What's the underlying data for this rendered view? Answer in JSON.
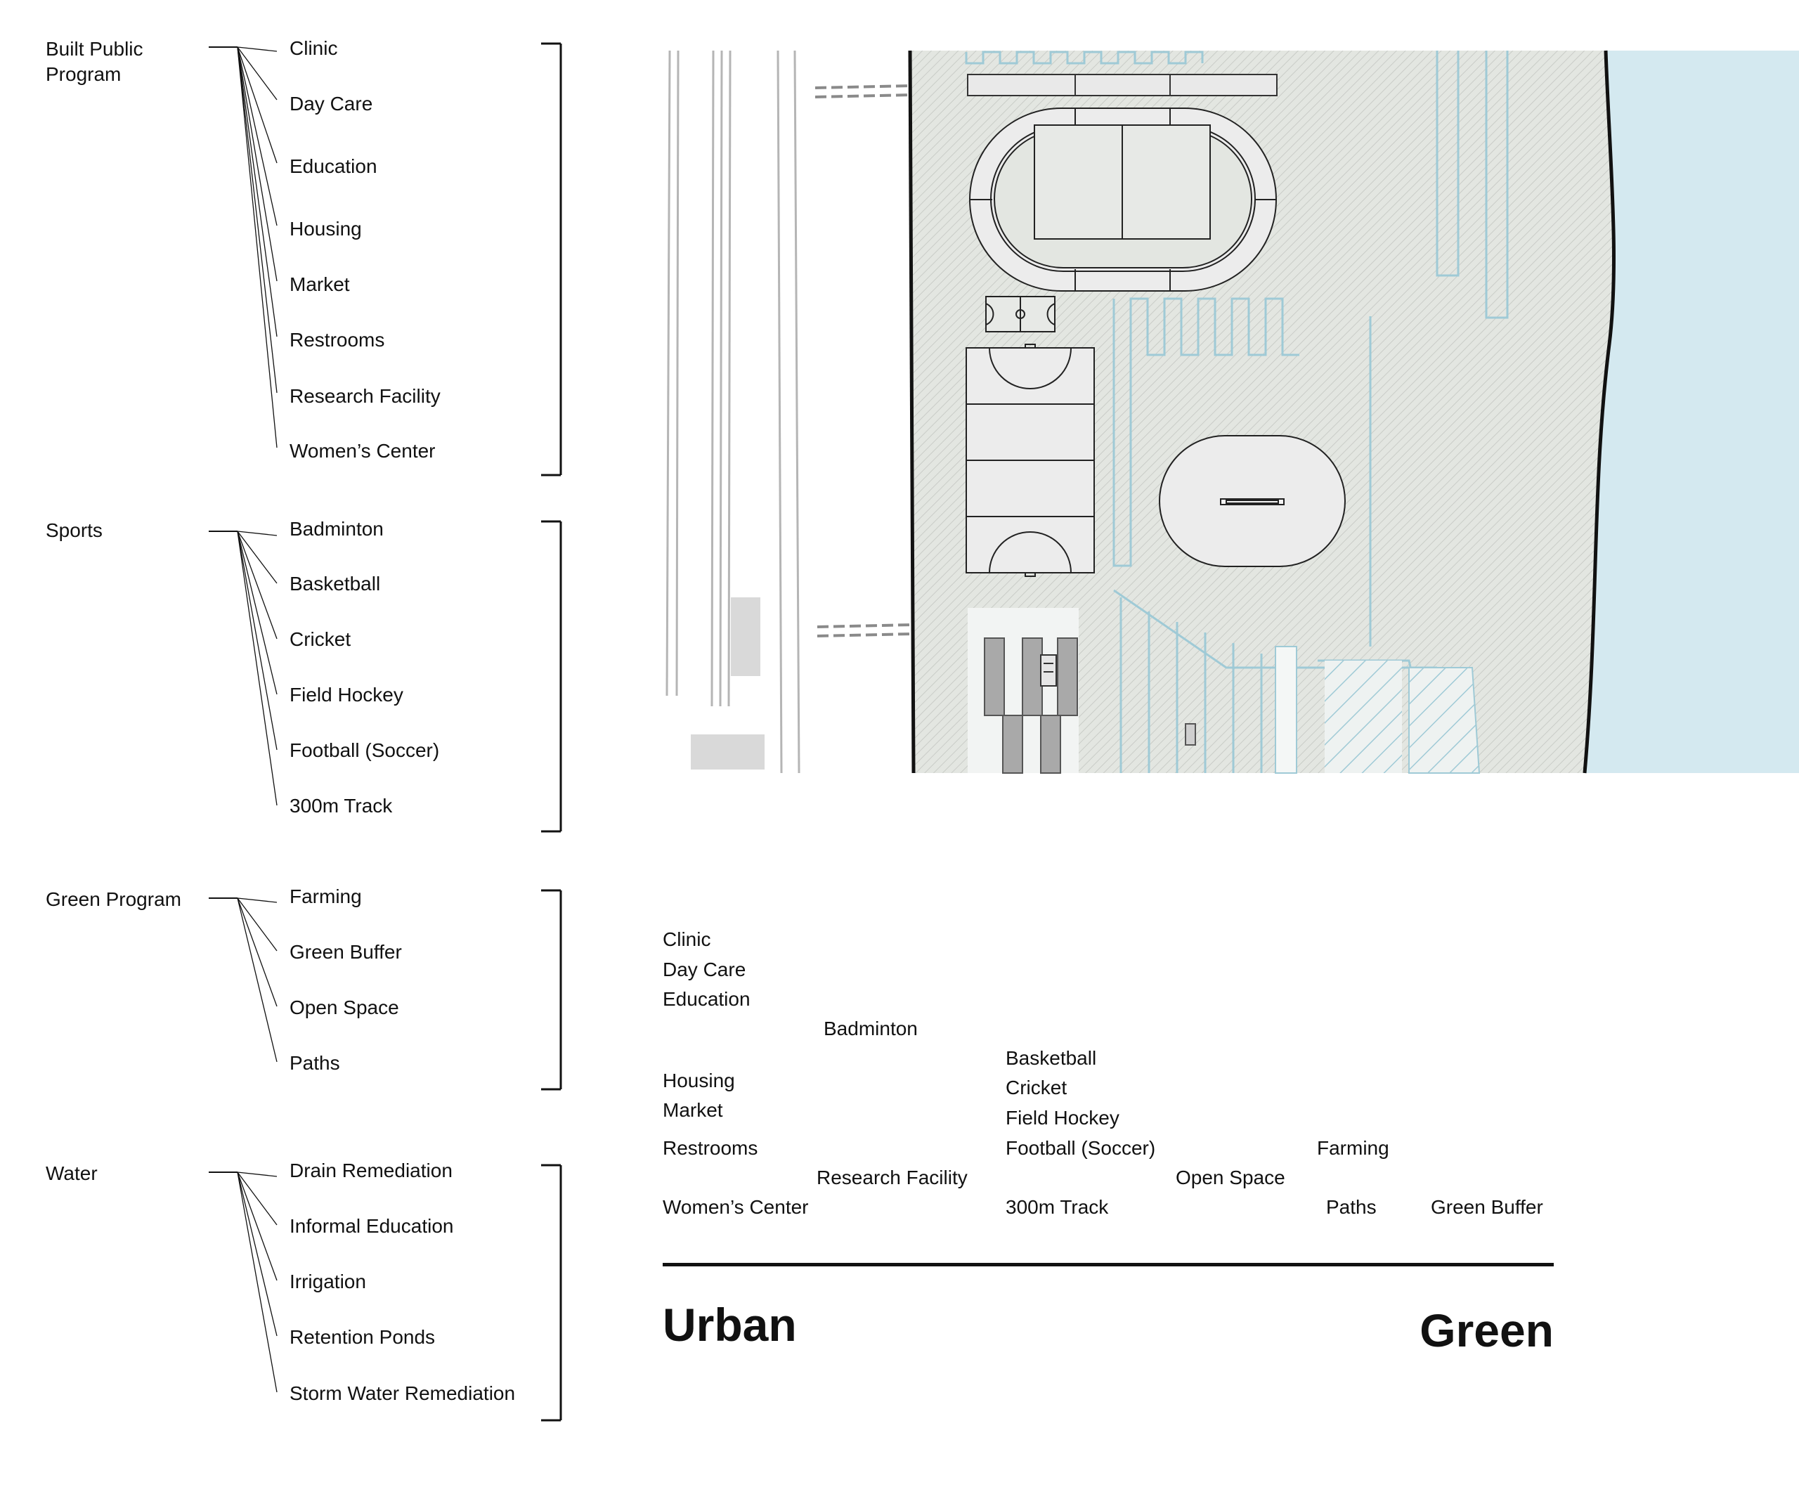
{
  "taxonomy": [
    {
      "category": "Built Public Program",
      "items": [
        "Clinic",
        "Day Care",
        "Education",
        "Housing",
        "Market",
        "Restrooms",
        "Research Facility",
        "Women’s Center"
      ]
    },
    {
      "category": "Sports",
      "items": [
        "Badminton",
        "Basketball",
        "Cricket",
        "Field Hockey",
        "Football (Soccer)",
        "300m Track"
      ]
    },
    {
      "category": "Green Program",
      "items": [
        "Farming",
        "Green Buffer",
        "Open Space",
        "Paths"
      ]
    },
    {
      "category": "Water",
      "items": [
        "Drain Remediation",
        "Informal Education",
        "Irrigation",
        "Retention Ponds",
        "Storm Water Remediation"
      ]
    }
  ],
  "spectrum": {
    "left_label": "Urban",
    "right_label": "Green",
    "items": [
      "Clinic",
      "Day Care",
      "Education",
      "Badminton",
      "Basketball",
      "Housing",
      "Cricket",
      "Market",
      "Field Hockey",
      "Restrooms",
      "Football (Soccer)",
      "Farming",
      "Research Facility",
      "Open Space",
      "Women’s Center",
      "300m Track",
      "Paths",
      "Green Buffer"
    ]
  },
  "colors": {
    "water": "#d4e9f0",
    "site": "#e6e9e4",
    "path_blue": "#9fcad6",
    "building_gray": "#a9a9a9",
    "ink": "#111111"
  }
}
